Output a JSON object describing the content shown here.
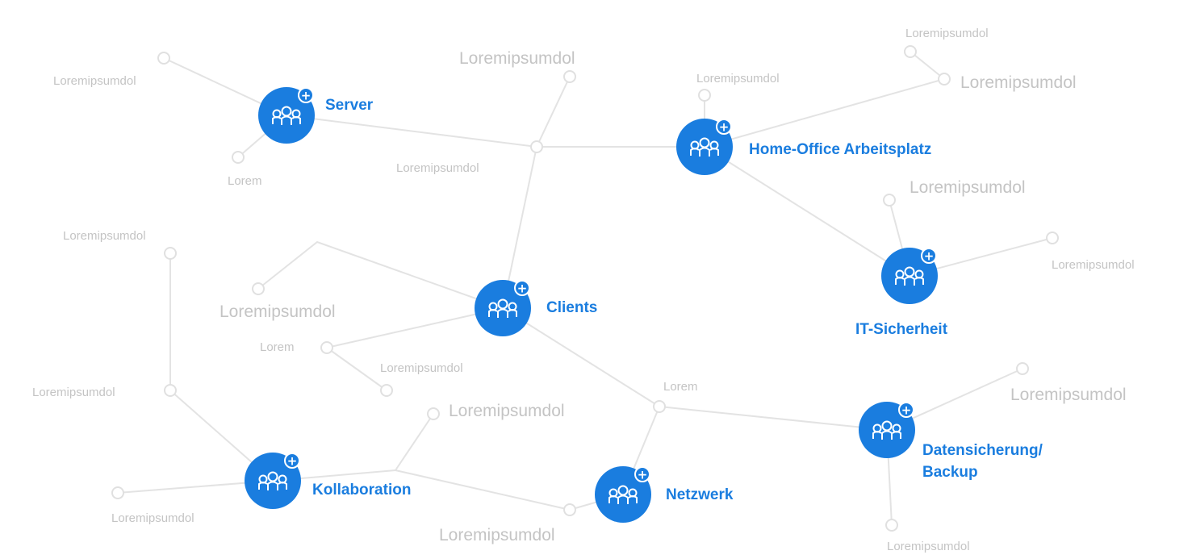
{
  "hubs": {
    "server": "Server",
    "home_office": "Home-Office Arbeitsplatz",
    "it_sicherheit": "IT-Sicherheit",
    "clients": "Clients",
    "kollaboration": "Kollaboration",
    "netzwerk": "Netzwerk",
    "datensicherung_line1": "Datensicherung/",
    "datensicherung_line2": "Backup"
  },
  "badge_symbol": "+",
  "icon": "people-group-icon",
  "leaf_labels": {
    "server_left": "Loremipsumdol",
    "server_lower": "Lorem",
    "top_center": "Loremipsumdol",
    "center_junction": "Loremipsumdol",
    "home_office_top": "Loremipsumdol",
    "top_right_small": "Loremipsumdol",
    "top_right_large": "Loremipsumdol",
    "it_sicherheit_top": "Loremipsumdol",
    "it_sicherheit_right": "Loremipsumdol",
    "left_top": "Loremipsumdol",
    "clients_left_large": "Loremipsumdol",
    "clients_left_lorem": "Lorem",
    "clients_lower": "Loremipsumdol",
    "left_mid": "Loremipsumdol",
    "netzwerk_junction": "Lorem",
    "kollab_top": "Loremipsumdol",
    "datensicherung_right": "Loremipsumdol",
    "kollab_left": "Loremipsumdol",
    "kollab_bottom": "Loremipsumdol",
    "datensicherung_bottom": "Loremipsumdol"
  },
  "colors": {
    "hub": "#1a7ddf",
    "edge": "#e3e3e3",
    "leaf_text": "#c4c4c4"
  }
}
